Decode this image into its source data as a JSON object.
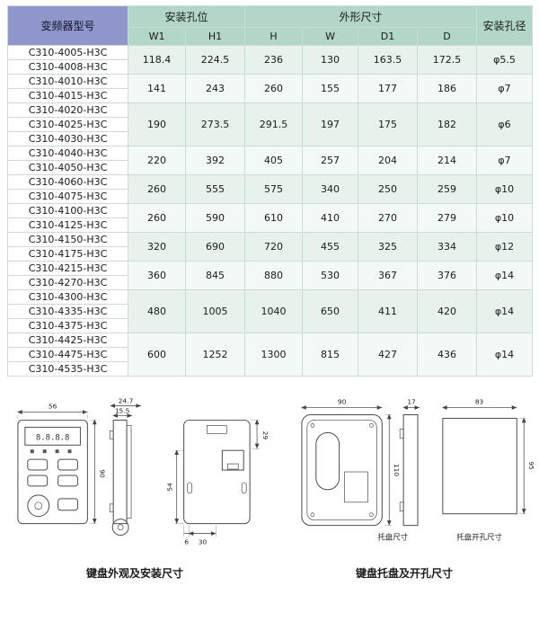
{
  "table": {
    "header": {
      "model": "变频器型号",
      "mounting_holes": "安装孔位",
      "outline_dims": "外形尺寸",
      "hole_diameter": "安装孔径",
      "columns": [
        "W1",
        "H1",
        "H",
        "W",
        "D1",
        "D"
      ]
    },
    "groups": [
      {
        "models": [
          "C310-4005-H3C",
          "C310-4008-H3C"
        ],
        "values": [
          "118.4",
          "224.5",
          "236",
          "130",
          "163.5",
          "172.5"
        ],
        "hole": "φ5.5"
      },
      {
        "models": [
          "C310-4010-H3C",
          "C310-4015-H3C"
        ],
        "values": [
          "141",
          "243",
          "260",
          "155",
          "177",
          "186"
        ],
        "hole": "φ7"
      },
      {
        "models": [
          "C310-4020-H3C",
          "C310-4025-H3C",
          "C310-4030-H3C"
        ],
        "values": [
          "190",
          "273.5",
          "291.5",
          "197",
          "175",
          "182"
        ],
        "hole": "φ6"
      },
      {
        "models": [
          "C310-4040-H3C",
          "C310-4050-H3C"
        ],
        "values": [
          "220",
          "392",
          "405",
          "257",
          "204",
          "214"
        ],
        "hole": "φ7"
      },
      {
        "models": [
          "C310-4060-H3C",
          "C310-4075-H3C"
        ],
        "values": [
          "260",
          "555",
          "575",
          "340",
          "250",
          "259"
        ],
        "hole": "φ10"
      },
      {
        "models": [
          "C310-4100-H3C",
          "C310-4125-H3C"
        ],
        "values": [
          "260",
          "590",
          "610",
          "410",
          "270",
          "279"
        ],
        "hole": "φ10"
      },
      {
        "models": [
          "C310-4150-H3C",
          "C310-4175-H3C"
        ],
        "values": [
          "320",
          "690",
          "720",
          "455",
          "325",
          "334"
        ],
        "hole": "φ12"
      },
      {
        "models": [
          "C310-4215-H3C",
          "C310-4270-H3C"
        ],
        "values": [
          "360",
          "845",
          "880",
          "530",
          "367",
          "376"
        ],
        "hole": "φ14"
      },
      {
        "models": [
          "C310-4300-H3C",
          "C310-4335-H3C",
          "C310-4375-H3C"
        ],
        "values": [
          "480",
          "1005",
          "1040",
          "650",
          "411",
          "420"
        ],
        "hole": "φ14"
      },
      {
        "models": [
          "C310-4425-H3C",
          "C310-4475-H3C",
          "C310-4535-H3C"
        ],
        "values": [
          "600",
          "1252",
          "1300",
          "815",
          "427",
          "436"
        ],
        "hole": "φ14"
      }
    ]
  },
  "colors": {
    "header_purple": "#8e96ca",
    "header_teal": "#b2d7c9",
    "row_tint": "#e7f2ed"
  },
  "drawings": {
    "left": {
      "caption": "键盘外观及安装尺寸",
      "display_value": "8.8.8.8",
      "dims": {
        "front_width": "56",
        "front_height": "90",
        "side_depth": "24.7",
        "side_depth_inner": "15.5",
        "back_top_height": "29",
        "back_side_height": "54",
        "hole_offset": "6",
        "hole_spacing": "30"
      }
    },
    "right": {
      "caption": "键盘托盘及开孔尺寸",
      "tray_label": "托盘尺寸",
      "opening_label": "托盘开孔尺寸",
      "dims": {
        "tray_width": "90",
        "tray_height": "110",
        "tray_depth": "17",
        "opening_width": "83",
        "opening_height": "95"
      }
    }
  }
}
